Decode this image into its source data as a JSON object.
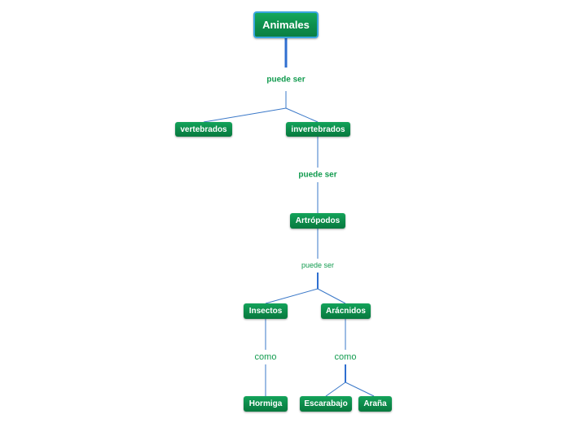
{
  "colors": {
    "node_fill": "#0d8a4a",
    "root_border": "#39a6df",
    "connector": "#3a78c8",
    "label_text": "#129b4f"
  },
  "root": {
    "label": "Animales"
  },
  "relations": {
    "animales_puede_ser": "puede ser",
    "invertebrados_puede_ser": "puede ser",
    "artropodos_puede_ser": "puede ser",
    "insectos_como": "como",
    "aracnidos_como": "como"
  },
  "nodes": {
    "vertebrados": "vertebrados",
    "invertebrados": "invertebrados",
    "artropodos": "Artrópodos",
    "insectos": "Insectos",
    "aracnidos": "Arácnidos",
    "hormiga": "Hormiga",
    "escarabajo": "Escarabajo",
    "arana": "Araña"
  }
}
